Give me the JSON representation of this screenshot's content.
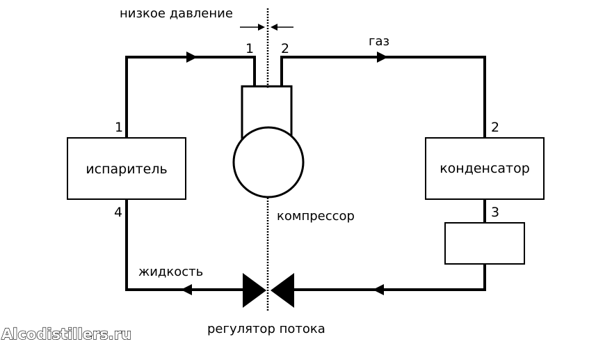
{
  "labels": {
    "low_pressure": "низкое давление",
    "gas": "газ",
    "evaporator": "испаритель",
    "condenser": "конденсатор",
    "compressor": "компрессор",
    "liquid": "жидкость",
    "flow_regulator": "регулятор потока",
    "watermark": "Alcodistillers.ru"
  },
  "points": {
    "evap_in": "1",
    "evap_out": "4",
    "comp_in": "1",
    "comp_out": "2",
    "cond_in": "2",
    "cond_out": "3"
  },
  "colors": {
    "line": "#000000",
    "background": "#ffffff"
  }
}
